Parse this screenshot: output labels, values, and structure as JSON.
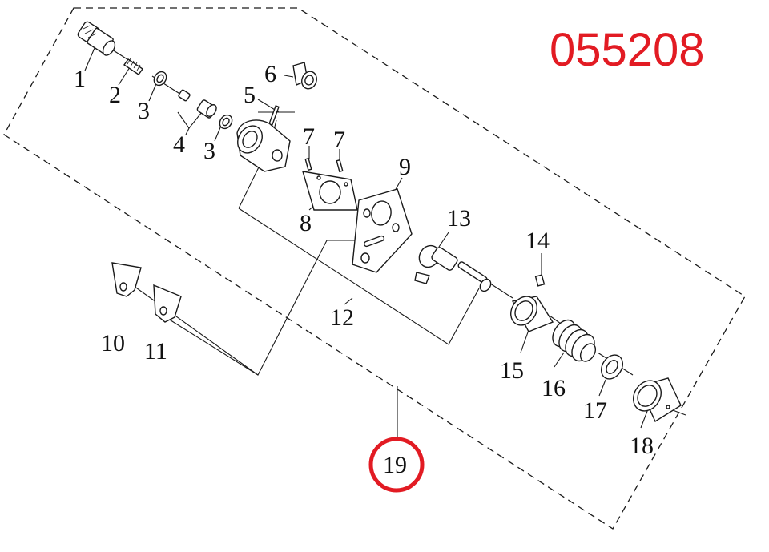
{
  "part_code": "055208",
  "highlight_color": "#e21b23",
  "labels": {
    "p1": "1",
    "p2": "2",
    "p3a": "3",
    "p3b": "3",
    "p4": "4",
    "p5": "5",
    "p6": "6",
    "p7a": "7",
    "p7b": "7",
    "p8": "8",
    "p9": "9",
    "p10": "10",
    "p11": "11",
    "p12": "12",
    "p13": "13",
    "p14": "14",
    "p15": "15",
    "p16": "16",
    "p17": "17",
    "p18": "18",
    "p19": "19"
  },
  "highlighted_part": "19"
}
